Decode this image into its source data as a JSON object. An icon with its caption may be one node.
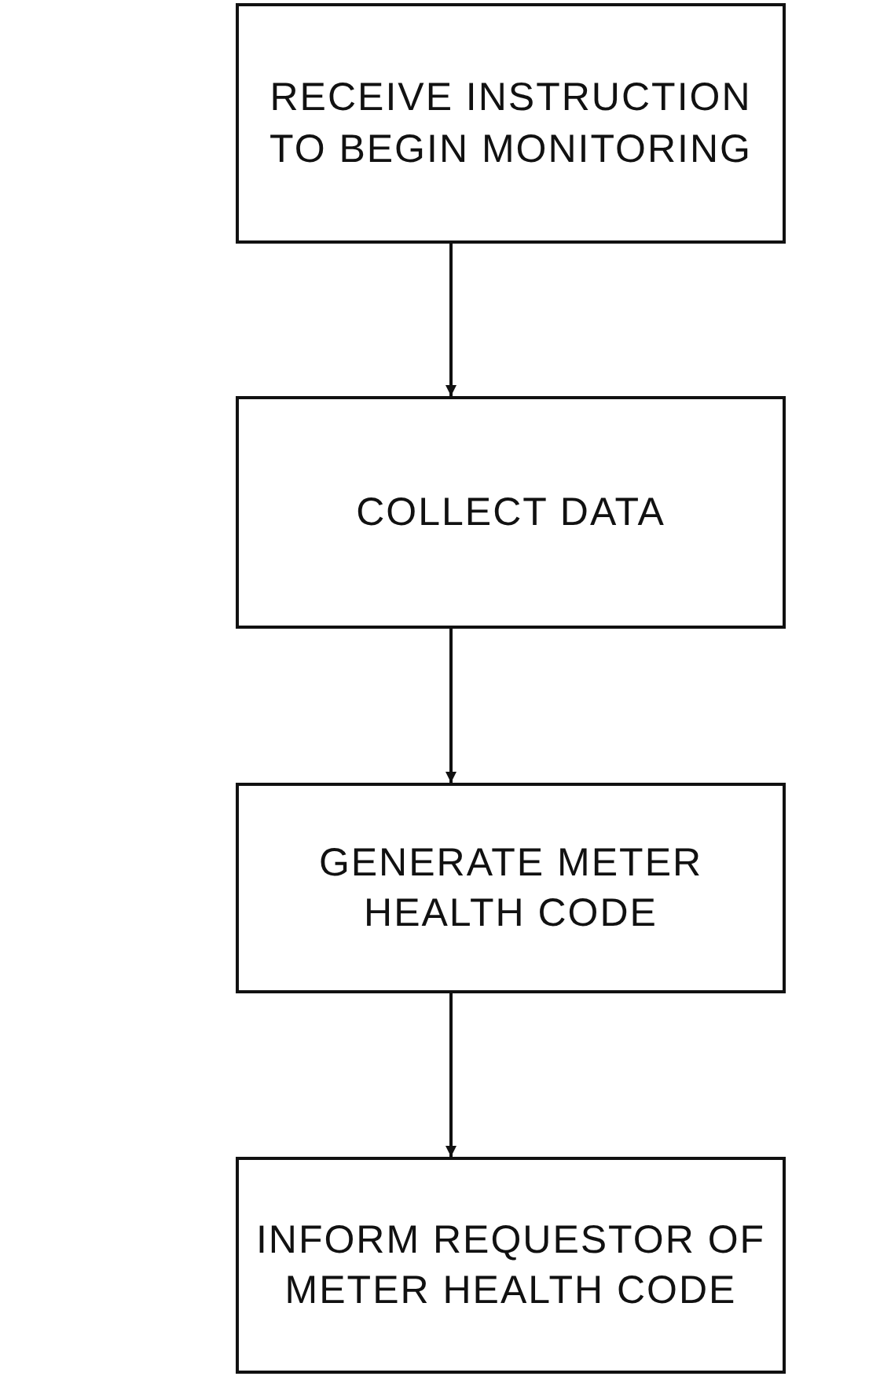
{
  "diagram": {
    "nodes": [
      {
        "text": [
          "RECEIVE INSTRUCTION TO BEGIN MONITORING"
        ]
      },
      {
        "text": [
          "COLLECT DATA"
        ]
      },
      {
        "text": [
          "GENERATE METER HEALTH CODE"
        ]
      },
      {
        "text": [
          "INFORM REQUESTOR OF METER HEALTH CODE"
        ]
      }
    ],
    "edges": [
      {
        "from": 0,
        "to": 1,
        "arrow": "to"
      },
      {
        "from": 1,
        "to": 2,
        "arrow": "to"
      },
      {
        "from": 2,
        "to": 3,
        "arrow": "to"
      }
    ]
  }
}
